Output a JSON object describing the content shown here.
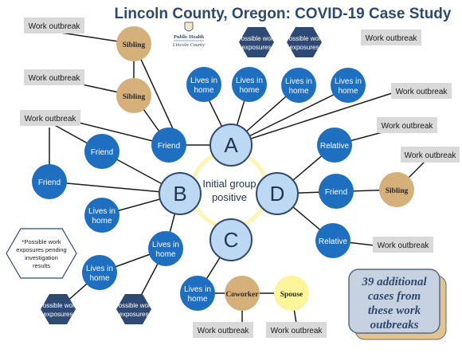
{
  "title": "Lincoln County, Oregon: COVID-19 Case Study",
  "logo": {
    "line1": "Public Health",
    "line2": "Lincoln County"
  },
  "colors": {
    "title": "#2f4a6e",
    "blue_node": "#1f6fc0",
    "group_node": "#bcd8f3",
    "tan_node": "#d5b07a",
    "yellow_node": "#fdf59a",
    "hex_node": "#2e4a74",
    "box": "#d9d9d9",
    "ring": "#fbf6b3",
    "callout": "#c6d2e2",
    "callout_back": "#e1c48f"
  },
  "center_label": [
    "Initial group",
    "positive"
  ],
  "groups": {
    "a": "A",
    "b": "B",
    "c": "C",
    "d": "D"
  },
  "labels": {
    "lives_in_home": [
      "Lives in",
      "home"
    ],
    "friend": "Friend",
    "relative": "Relative",
    "sibling": "Sibling",
    "coworker": "Coworker",
    "spouse": "Spouse",
    "work_outbreak": "Work outbreak",
    "possible_exposures": [
      "Possible work",
      "exposures"
    ]
  },
  "note": [
    "*Possible work",
    "exposures pending",
    "investigation",
    "results"
  ],
  "callout": [
    "39 additional",
    "cases from",
    "these work",
    "outbreaks"
  ]
}
